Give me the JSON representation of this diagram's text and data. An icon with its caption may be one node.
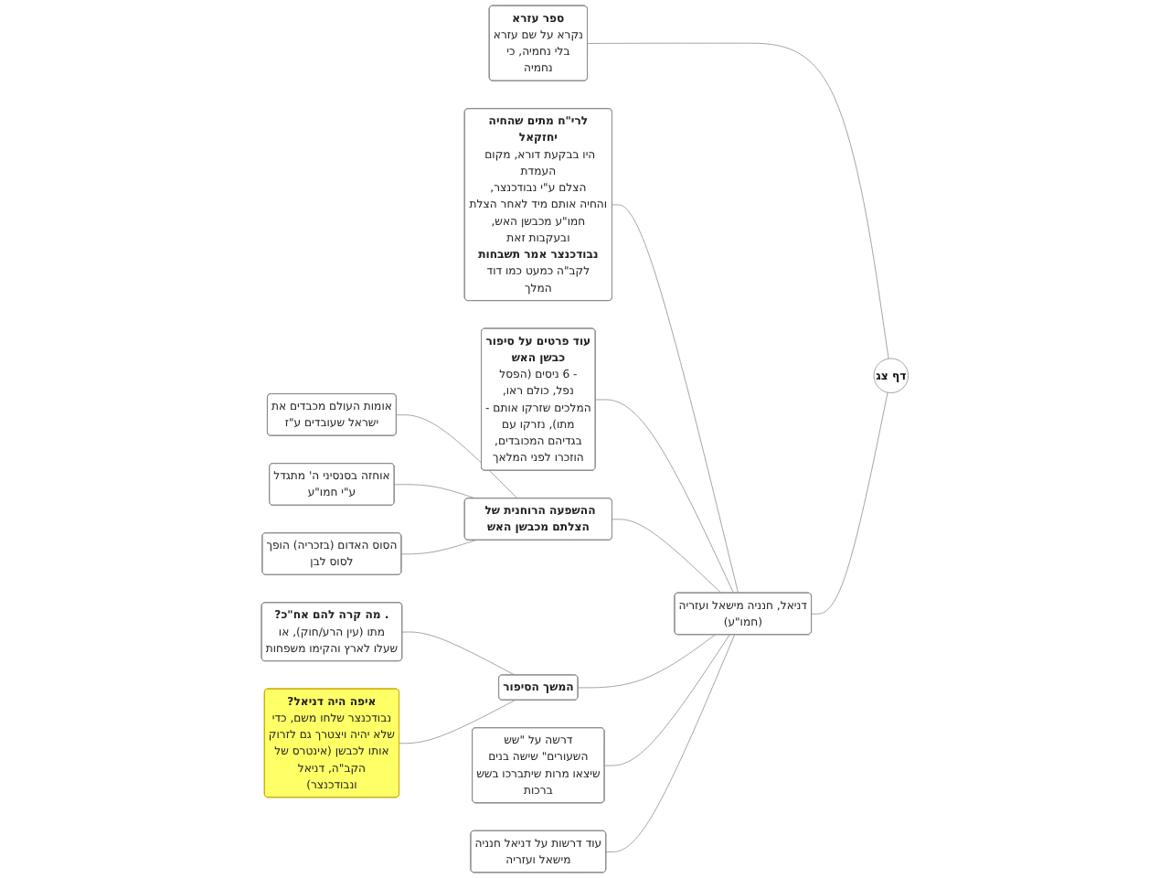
{
  "diagram": {
    "nodes": [
      {
        "text": [
          "דף צג"
        ]
      },
      {
        "text": [
          "דניאל, חנניה מישאל ועזריה (חמו\"ע)"
        ]
      },
      {
        "text": [
          "ספר עזרא",
          "נקרא על שם עזרא בלי נחמיה, כי נחמיה"
        ]
      },
      {
        "text": [
          "לרי\"ח מתים שהחיה יחזקאל",
          "היו בבקעת דורא, מקום העמדת הצלם ע\"י נבודכנצר, והחיה אותם מיד לאחר הצלת חמו\"ע מכבשן האש, ובעקבות זאת",
          "נבודכנצר אמר תשבחות",
          "לקב\"ה כמעט כמו דוד המלך"
        ]
      },
      {
        "text": [
          "עוד פרטים על סיפור כבשן האש",
          "- 6 ניסים (הפסל נפל, כולם ראו, המלכים שזרקו אותם - מתו), נזרקו עם בגדיהם המכובדים, הוזכרו לפני המלאך"
        ]
      },
      {
        "text": [
          "ההשפעה הרוחנית של הצלתם מכבשן האש"
        ]
      },
      {
        "text": [
          "אומות העולם מכבדים את ישראל שעובדים ע\"ז"
        ]
      },
      {
        "text": [
          "אוחזה בסנסיני ה' מתגדל ע\"י חמו\"ע"
        ]
      },
      {
        "text": [
          "הסוס האדום (בזכריה) הופך לסוס לבן"
        ]
      },
      {
        "text": [
          "המשך הסיפור"
        ]
      },
      {
        "text": [
          ". מה קרה להם אח\"כ?",
          "מתו (עין הרע/חוק), או שעלו לארץ והקימו משפחות"
        ]
      },
      {
        "text": [
          "איפה היה דניאל?",
          "נבודכנצר שלחו משם, כדי שלא יהיה ויצטרך גם לזרוק אותו לכבשן (אינטרס של הקב\"ה, דניאל ונבודכנצר)"
        ]
      },
      {
        "text": [
          "דרשה על \"שש השעורים\" שישה בנים שיצאו מרות שיתברכו בשש ברכות"
        ]
      },
      {
        "text": [
          "עוד דרשות על דניאל חנניה מישאל ועזריה"
        ]
      }
    ],
    "edges": [
      {
        "from": 0,
        "to": 1,
        "arrow": "none"
      },
      {
        "from": 0,
        "to": 2,
        "arrow": "none"
      },
      {
        "from": 1,
        "to": 3,
        "arrow": "none"
      },
      {
        "from": 1,
        "to": 4,
        "arrow": "none"
      },
      {
        "from": 1,
        "to": 5,
        "arrow": "none"
      },
      {
        "from": 1,
        "to": 9,
        "arrow": "none"
      },
      {
        "from": 1,
        "to": 12,
        "arrow": "none"
      },
      {
        "from": 1,
        "to": 13,
        "arrow": "none"
      },
      {
        "from": 5,
        "to": 6,
        "arrow": "none"
      },
      {
        "from": 5,
        "to": 7,
        "arrow": "none"
      },
      {
        "from": 5,
        "to": 8,
        "arrow": "none"
      },
      {
        "from": 9,
        "to": 10,
        "arrow": "none"
      },
      {
        "from": 9,
        "to": 11,
        "arrow": "none"
      }
    ]
  }
}
